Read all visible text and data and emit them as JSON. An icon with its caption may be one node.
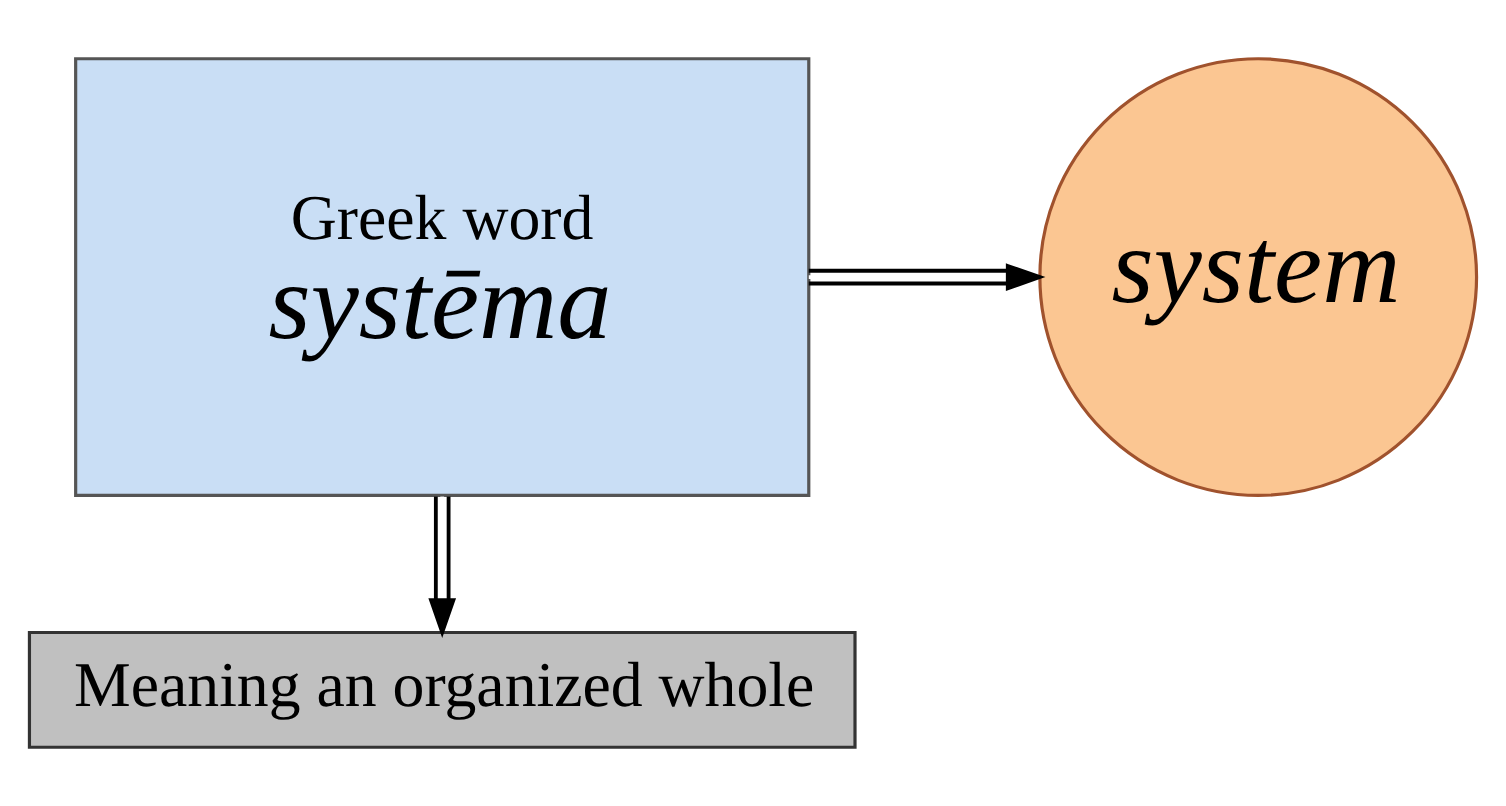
{
  "diagram": {
    "nodes": [
      {
        "text": [
          "system"
        ]
      },
      {
        "text": [
          "Greek word",
          "systēma"
        ]
      },
      {
        "text": [
          "Meaning an organized whole"
        ]
      }
    ],
    "edges": [
      {
        "from": 1,
        "to": 0,
        "arrow": "to"
      },
      {
        "from": 1,
        "to": 2,
        "arrow": "to"
      }
    ]
  }
}
